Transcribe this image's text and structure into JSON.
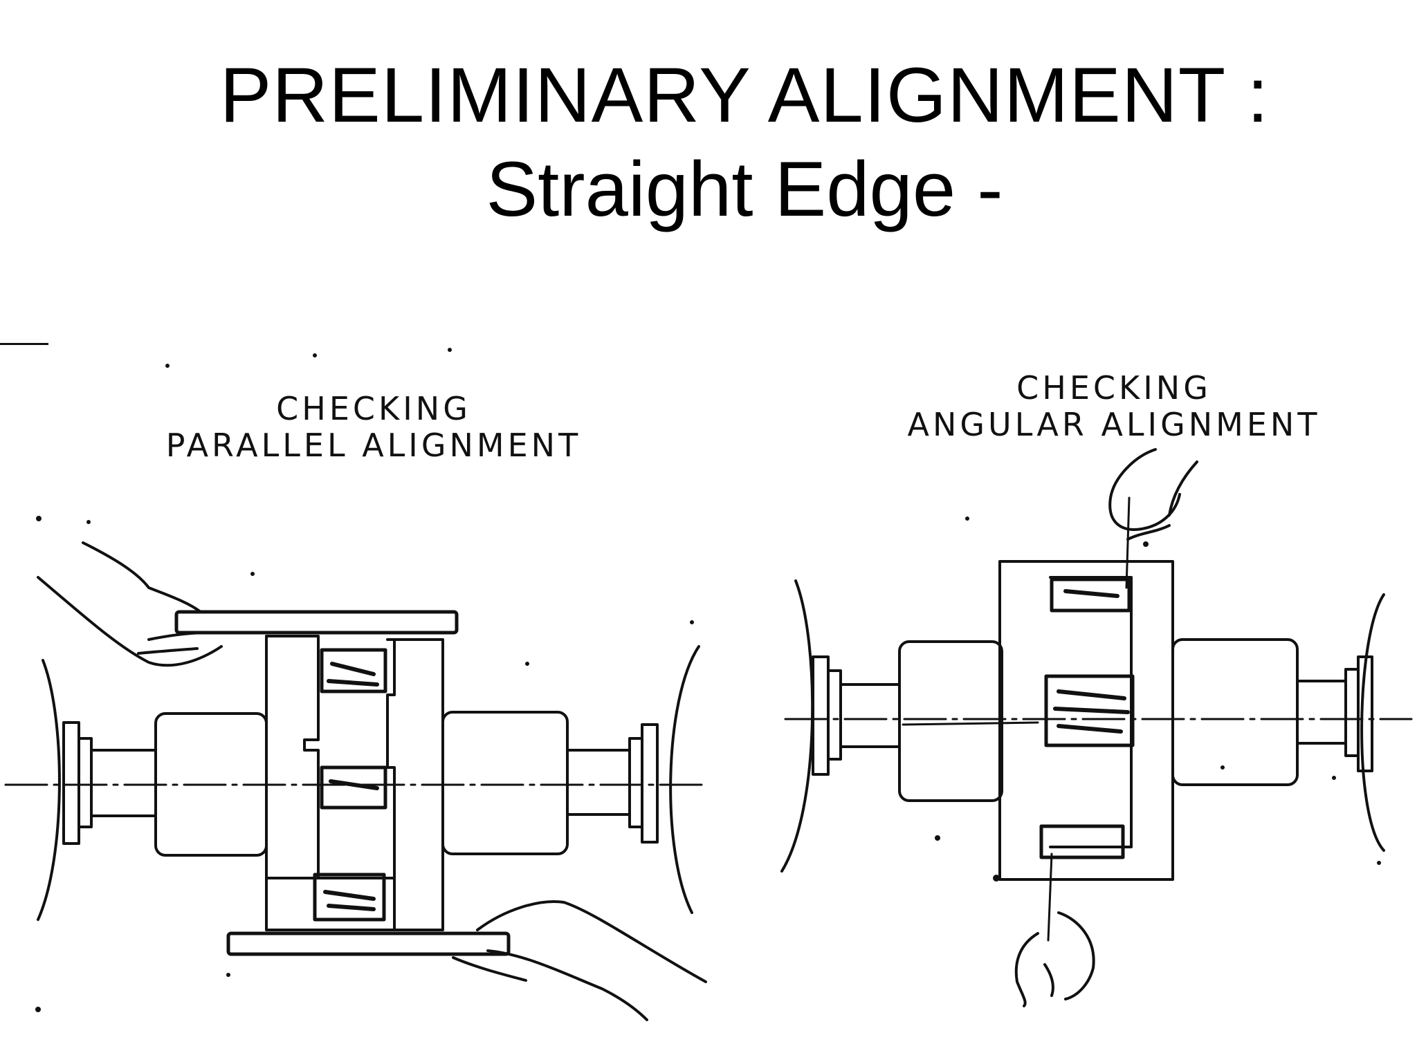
{
  "slide": {
    "title_line1": "PRELIMINARY  ALIGNMENT :",
    "title_line2": "Straight Edge -"
  },
  "figures": {
    "left": {
      "caption_line1": "CHECKING",
      "caption_line2": "PARALLEL ALIGNMENT"
    },
    "right": {
      "caption_line1": "CHECKING",
      "caption_line2": "ANGULAR ALIGNMENT"
    }
  }
}
